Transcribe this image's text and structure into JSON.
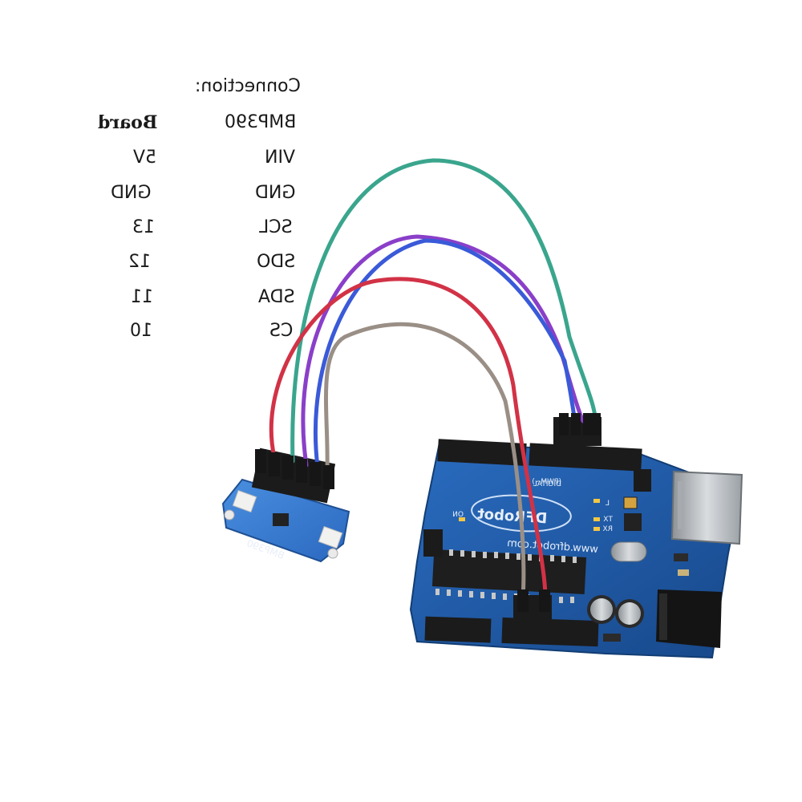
{
  "header": "Connection:",
  "columns": {
    "sensor": "BMP390",
    "board": "Board"
  },
  "rows": [
    {
      "sensor": "VIN",
      "board": "5V"
    },
    {
      "sensor": "GND",
      "board": "GND"
    },
    {
      "sensor": "SCL",
      "board": "13"
    },
    {
      "sensor": "SDO",
      "board": "12"
    },
    {
      "sensor": "SDA",
      "board": "11"
    },
    {
      "sensor": "CS",
      "board": "10"
    }
  ],
  "board_silk": {
    "site": "www.dfrobot.com",
    "brand": "DFRobot",
    "digital": "DIGITAL",
    "pwm": "(PWM~)",
    "on": "ON",
    "tx": "TX",
    "rx": "RX",
    "l": "L"
  },
  "sensor_silk": {
    "model": "BMP390"
  },
  "colors": {
    "wire_teal": "#3aa58d",
    "wire_purple": "#8a3fc9",
    "wire_blue": "#3a5ad8",
    "wire_red": "#d23246",
    "wire_gray": "#9a8f86",
    "board_blue": "#1f5fa8",
    "module_blue": "#2f78d0"
  }
}
